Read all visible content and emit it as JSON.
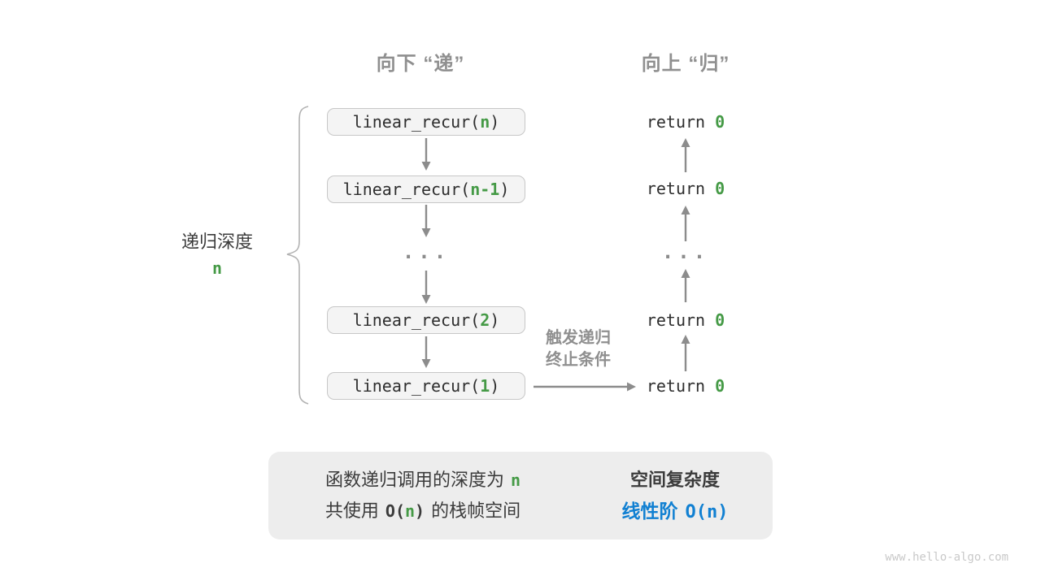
{
  "headers": {
    "down": "向下 “递”",
    "up": "向上 “归”"
  },
  "depth": {
    "text": "递归深度",
    "var": "n"
  },
  "call_stack": {
    "boxes": [
      {
        "prefix": "linear_recur(",
        "arg": "n",
        "suffix": ")"
      },
      {
        "prefix": "linear_recur(",
        "arg": "n-1",
        "suffix": ")"
      },
      {
        "prefix": "linear_recur(",
        "arg": "2",
        "suffix": ")"
      },
      {
        "prefix": "linear_recur(",
        "arg": "1",
        "suffix": ")"
      }
    ],
    "ellipsis": "..."
  },
  "returns": {
    "items": [
      {
        "keyword": "return",
        "value": "0"
      },
      {
        "keyword": "return",
        "value": "0"
      },
      {
        "keyword": "return",
        "value": "0"
      },
      {
        "keyword": "return",
        "value": "0"
      }
    ],
    "ellipsis": "..."
  },
  "base_case": {
    "line1": "触发递归",
    "line2": "终止条件"
  },
  "summary": {
    "left_line1_text": "函数递归调用的深度为",
    "left_line1_var": "n",
    "left_line2_pre": "共使用",
    "left_line2_o_open": "O(",
    "left_line2_var": "n",
    "left_line2_o_close": ")",
    "left_line2_post": "的栈帧空间",
    "right_title": "空间复杂度",
    "right_value_cjk": "线性阶",
    "right_value_big_o": "O(n)"
  },
  "watermark": "www.hello-algo.com",
  "colors": {
    "accent_green": "#459a46",
    "accent_blue": "#1180d2",
    "gray_text": "#8f8f8f",
    "arrow_gray": "#8c8c8c",
    "box_fill": "#f4f4f4",
    "box_border": "#c7c7c7",
    "panel_fill": "#ededed"
  }
}
